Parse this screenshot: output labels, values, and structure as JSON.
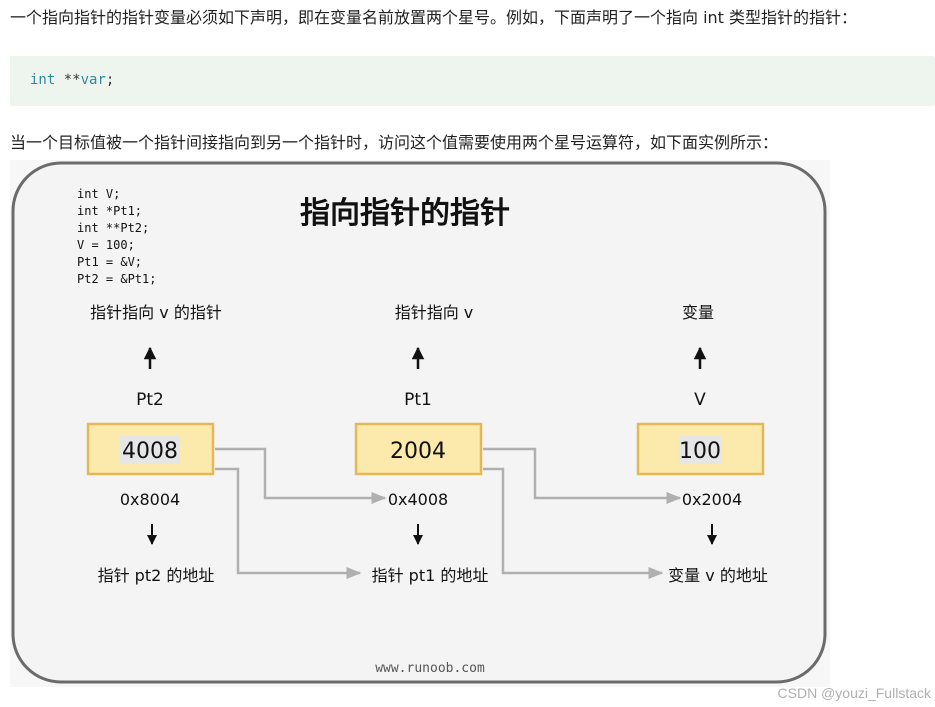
{
  "intro_text": "一个指向指针的指针变量必须如下声明，即在变量名前放置两个星号。例如，下面声明了一个指向 int 类型指针的指针：",
  "code": {
    "keyword": "int",
    "stars": " **",
    "varname": "var",
    "semicolon": ";"
  },
  "explain_text": "当一个目标值被一个指针间接指向到另一个指针时，访问这个值需要使用两个星号运算符，如下面实例所示：",
  "diagram": {
    "title": "指向指针的指针",
    "code_lines": [
      "int V;",
      "int *Pt1;",
      "int **Pt2;",
      "V = 100;",
      "Pt1 = &V;",
      "Pt2 = &Pt1;"
    ],
    "columns": [
      {
        "top_label": "指针指向 v 的指针",
        "var_name": "Pt2",
        "value": "4008",
        "address": "0x8004",
        "bottom_label": "指针 pt2 的地址"
      },
      {
        "top_label": "指针指向 v",
        "var_name": "Pt1",
        "value": "2004",
        "address": "0x4008",
        "bottom_label": "指针 pt1 的地址"
      },
      {
        "top_label": "变量",
        "var_name": "V",
        "value": "100",
        "address": "0x2004",
        "bottom_label": "变量 v 的地址"
      }
    ],
    "footer": "www.runoob.com"
  },
  "watermark": "CSDN @youzi_Fullstack",
  "colors": {
    "box_fill": "#fce9ac",
    "box_stroke": "#e3b958",
    "panel_fill": "#f4f4f4",
    "panel_stroke": "#6b6b6b",
    "connector": "#b0b0b0",
    "code_bg": "#eef5ee"
  }
}
